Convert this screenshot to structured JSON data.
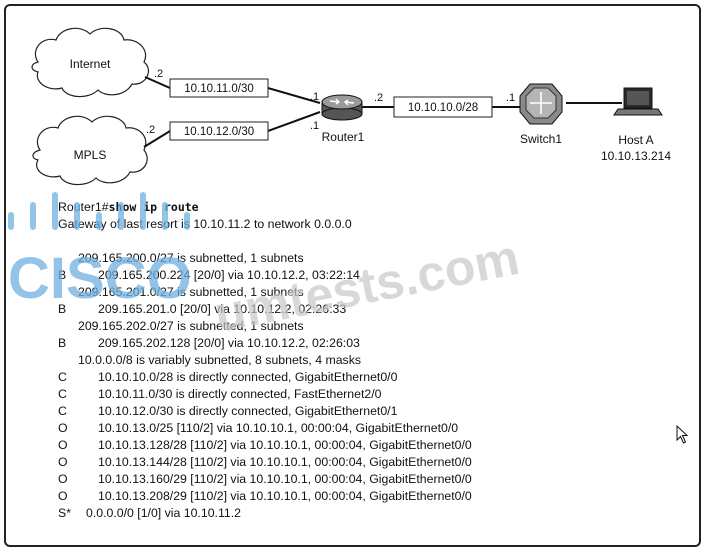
{
  "diagram": {
    "clouds": [
      {
        "id": "internet",
        "label": "Internet"
      },
      {
        "id": "mpls",
        "label": "MPLS"
      }
    ],
    "links": [
      {
        "id": "inet-link",
        "subnet": "10.10.11.0/30",
        "left_if": ".2",
        "right_if": ".1"
      },
      {
        "id": "mpls-link",
        "subnet": "10.10.12.0/30",
        "left_if": ".2",
        "right_if": ".1"
      },
      {
        "id": "switch-link",
        "subnet": "10.10.10.0/28",
        "left_if": ".2",
        "right_if": ".1"
      }
    ],
    "devices": {
      "router": {
        "label": "Router1"
      },
      "switch": {
        "label": "Switch1"
      },
      "host": {
        "label": "Host A",
        "ip": "10.10.13.214"
      }
    }
  },
  "cli": {
    "prompt": "Router1#",
    "command": "show ip route",
    "gateway": "Gateway of last resort is 10.10.11.2 to network 0.0.0.0",
    "routes": [
      {
        "code": "",
        "text": "209.165.200.0/27 is subnetted, 1 subnets",
        "indent": "summary"
      },
      {
        "code": "B",
        "text": "209.165.200.224 [20/0] via 10.10.12.2, 03:22:14",
        "indent": "route"
      },
      {
        "code": "",
        "text": "209.165.201.0/27 is subnetted, 1 subnets",
        "indent": "summary"
      },
      {
        "code": "B",
        "text": "209.165.201.0 [20/0] via 10.10.12.2, 02:26:33",
        "indent": "route"
      },
      {
        "code": "",
        "text": "209.165.202.0/27 is subnetted, 1 subnets",
        "indent": "summary"
      },
      {
        "code": "B",
        "text": "209.165.202.128 [20/0] via 10.10.12.2, 02:26:03",
        "indent": "route"
      },
      {
        "code": "",
        "text": "10.0.0.0/8 is variably subnetted, 8 subnets, 4 masks",
        "indent": "summary"
      },
      {
        "code": "C",
        "text": "10.10.10.0/28 is directly connected, GigabitEthernet0/0",
        "indent": "route"
      },
      {
        "code": "C",
        "text": "10.10.11.0/30 is directly connected, FastEthernet2/0",
        "indent": "route"
      },
      {
        "code": "C",
        "text": "10.10.12.0/30 is directly connected, GigabitEthernet0/1",
        "indent": "route"
      },
      {
        "code": "O",
        "text": "10.10.13.0/25 [110/2] via 10.10.10.1, 00:00:04, GigabitEthernet0/0",
        "indent": "route"
      },
      {
        "code": "O",
        "text": "10.10.13.128/28 [110/2] via 10.10.10.1, 00:00:04, GigabitEthernet0/0",
        "indent": "route"
      },
      {
        "code": "O",
        "text": "10.10.13.144/28 [110/2] via 10.10.10.1, 00:00:04, GigabitEthernet0/0",
        "indent": "route"
      },
      {
        "code": "O",
        "text": "10.10.13.160/29 [110/2] via 10.10.10.1, 00:00:04, GigabitEthernet0/0",
        "indent": "route"
      },
      {
        "code": "O",
        "text": "10.10.13.208/29 [110/2] via 10.10.10.1, 00:00:04, GigabitEthernet0/0",
        "indent": "route"
      },
      {
        "code": "S*",
        "text": "0.0.0.0/0 [1/0] via 10.10.11.2",
        "indent": "default"
      }
    ]
  },
  "watermark": {
    "logo_text": "CISCO",
    "site_text": "umtests.com"
  },
  "colors": {
    "watermark": "#6fb0de",
    "ink": "#111111"
  }
}
